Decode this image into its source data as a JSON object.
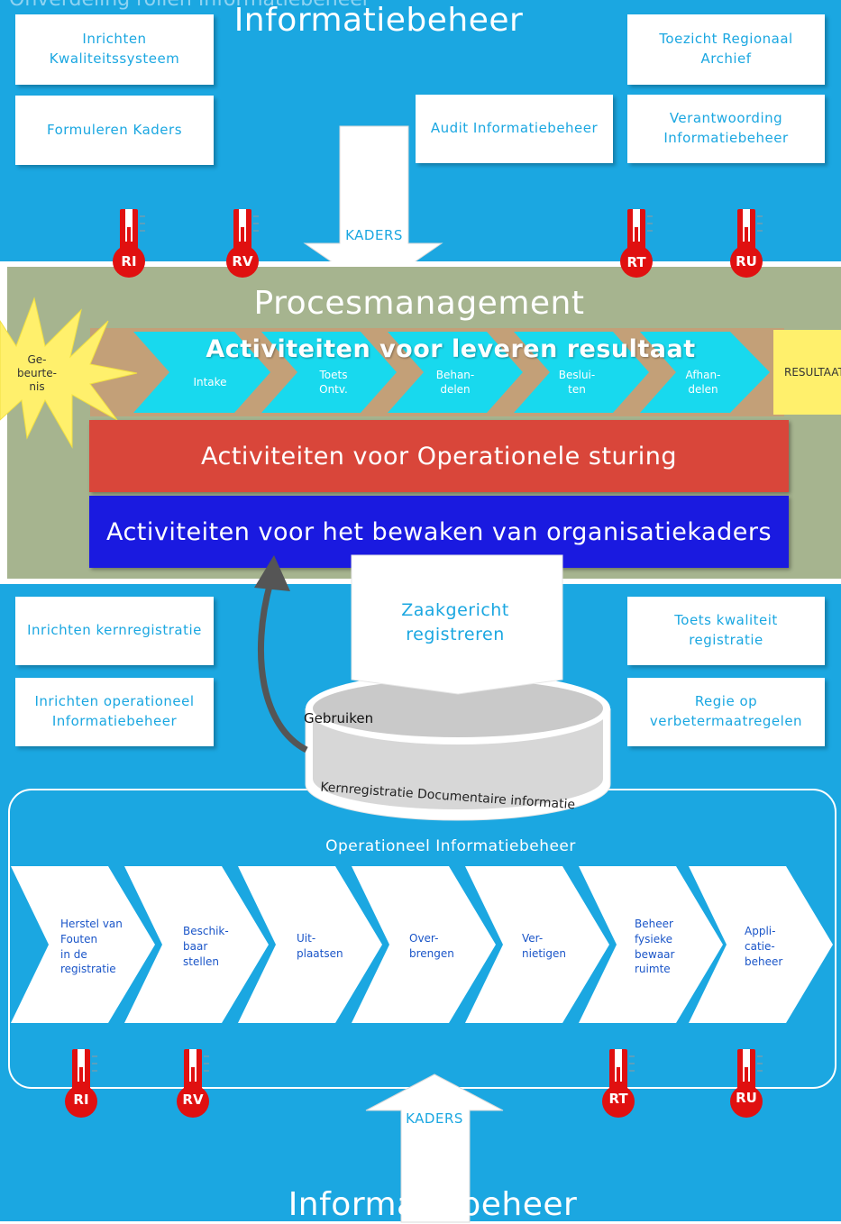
{
  "cut_top_caption": "Onverdeling rollen Informatiebeheer",
  "top": {
    "title": "Informatiebeheer",
    "boxes": {
      "inrichten_kwaliteit": "Inrichten Kwaliteitssysteem",
      "formuleren_kaders": "Formuleren Kaders",
      "audit": "Audit Informatiebeheer",
      "toezicht": "Toezicht Regionaal Archief",
      "verantwoording": "Verantwoording Informatiebeheer"
    },
    "kaders_label": "KADERS",
    "thermometers": [
      "RI",
      "RV",
      "RT",
      "RU"
    ]
  },
  "process": {
    "title": "Procesmanagement",
    "event_label": "Ge-\nbeurte-\nnis",
    "result_label": "RESULTAAT",
    "activities_title": "Activiteiten voor leveren resultaat",
    "steps": [
      "Intake",
      "Toets\nOntv.",
      "Behan-\ndelen",
      "Beslui-\nten",
      "Afhan-\ndelen"
    ],
    "operational_bar": "Activiteiten voor Operationele  sturing",
    "monitoring_bar": "Activiteiten voor het bewaken van organisatiekaders"
  },
  "bottom": {
    "boxes": {
      "inrichten_kern": "Inrichten kernregistratie",
      "inrichten_operationeel": "Inrichten operationeel Informatiebeheer",
      "toets_kwaliteit": "Toets kwaliteit registratie",
      "regie": "Regie op verbetermaatregelen"
    },
    "zaakgericht": "Zaakgericht registreren",
    "gebruiken": "Gebruiken",
    "database_label": "Kernregistratie Documentaire informatie",
    "operational_title": "Operationeel Informatiebeheer",
    "chevrons": [
      "Herstel van\nFouten\nin de\nregistratie",
      "Beschik-\nbaar\nstellen",
      "Uit-\nplaatsen",
      "Over-\nbrengen",
      "Ver-\nnietigen",
      "Beheer\nfysieke\nbewaar\nruimte",
      "Appli-\ncatie-\nbeheer"
    ],
    "thermometers": [
      "RI",
      "RV",
      "RT",
      "RU"
    ],
    "kaders_label": "KADERS",
    "title": "Informatiebeheer"
  },
  "colors": {
    "blue_band": "#1ba7e1",
    "process_bg": "#a6b48f",
    "cyan_chevron": "#18d9ee",
    "red_bar": "#d9463a",
    "blue_bar": "#1a1ae0",
    "thermo_red": "#e01010",
    "event_yellow": "#fff06c"
  }
}
